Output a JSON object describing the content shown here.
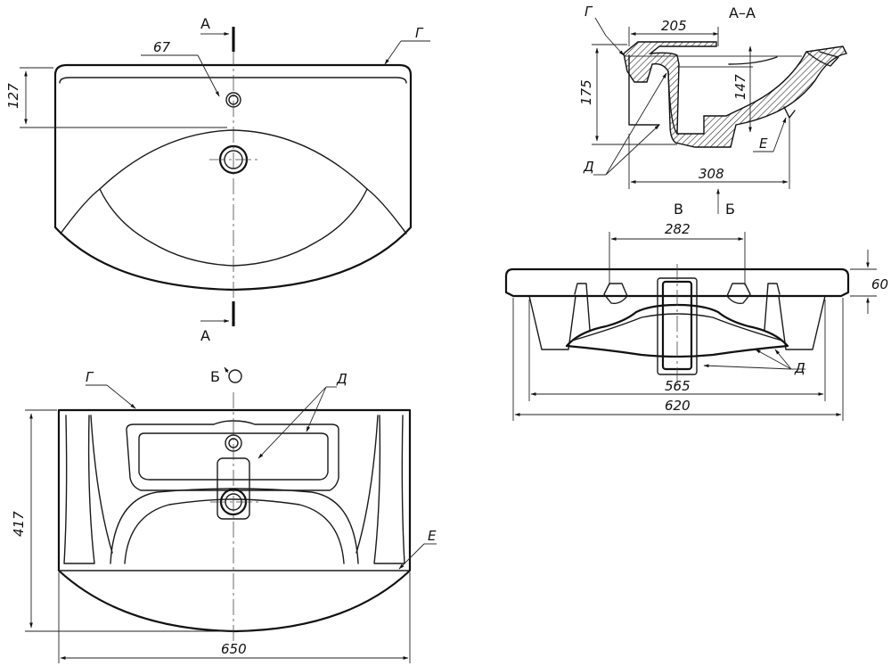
{
  "labels": {
    "section_a_top": "А",
    "section_a_bottom": "А",
    "section_title": "А–А",
    "view_b_title": "Б",
    "view_v_title": "В",
    "view_b_arrow": "Б",
    "callout_g_top": "Г",
    "callout_g_section": "Г",
    "callout_g_bottom": "Г",
    "callout_d_section": "Д",
    "callout_d_bottom": "Д",
    "callout_d_side": "Д",
    "callout_e_section": "Е",
    "callout_e_bottom": "Е"
  },
  "dimensions": {
    "d67": "67",
    "d127": "127",
    "d205": "205",
    "d175": "175",
    "d147": "147",
    "d308": "308",
    "d282": "282",
    "d60": "60",
    "d565": "565",
    "d620": "620",
    "d417": "417",
    "d650": "650"
  }
}
